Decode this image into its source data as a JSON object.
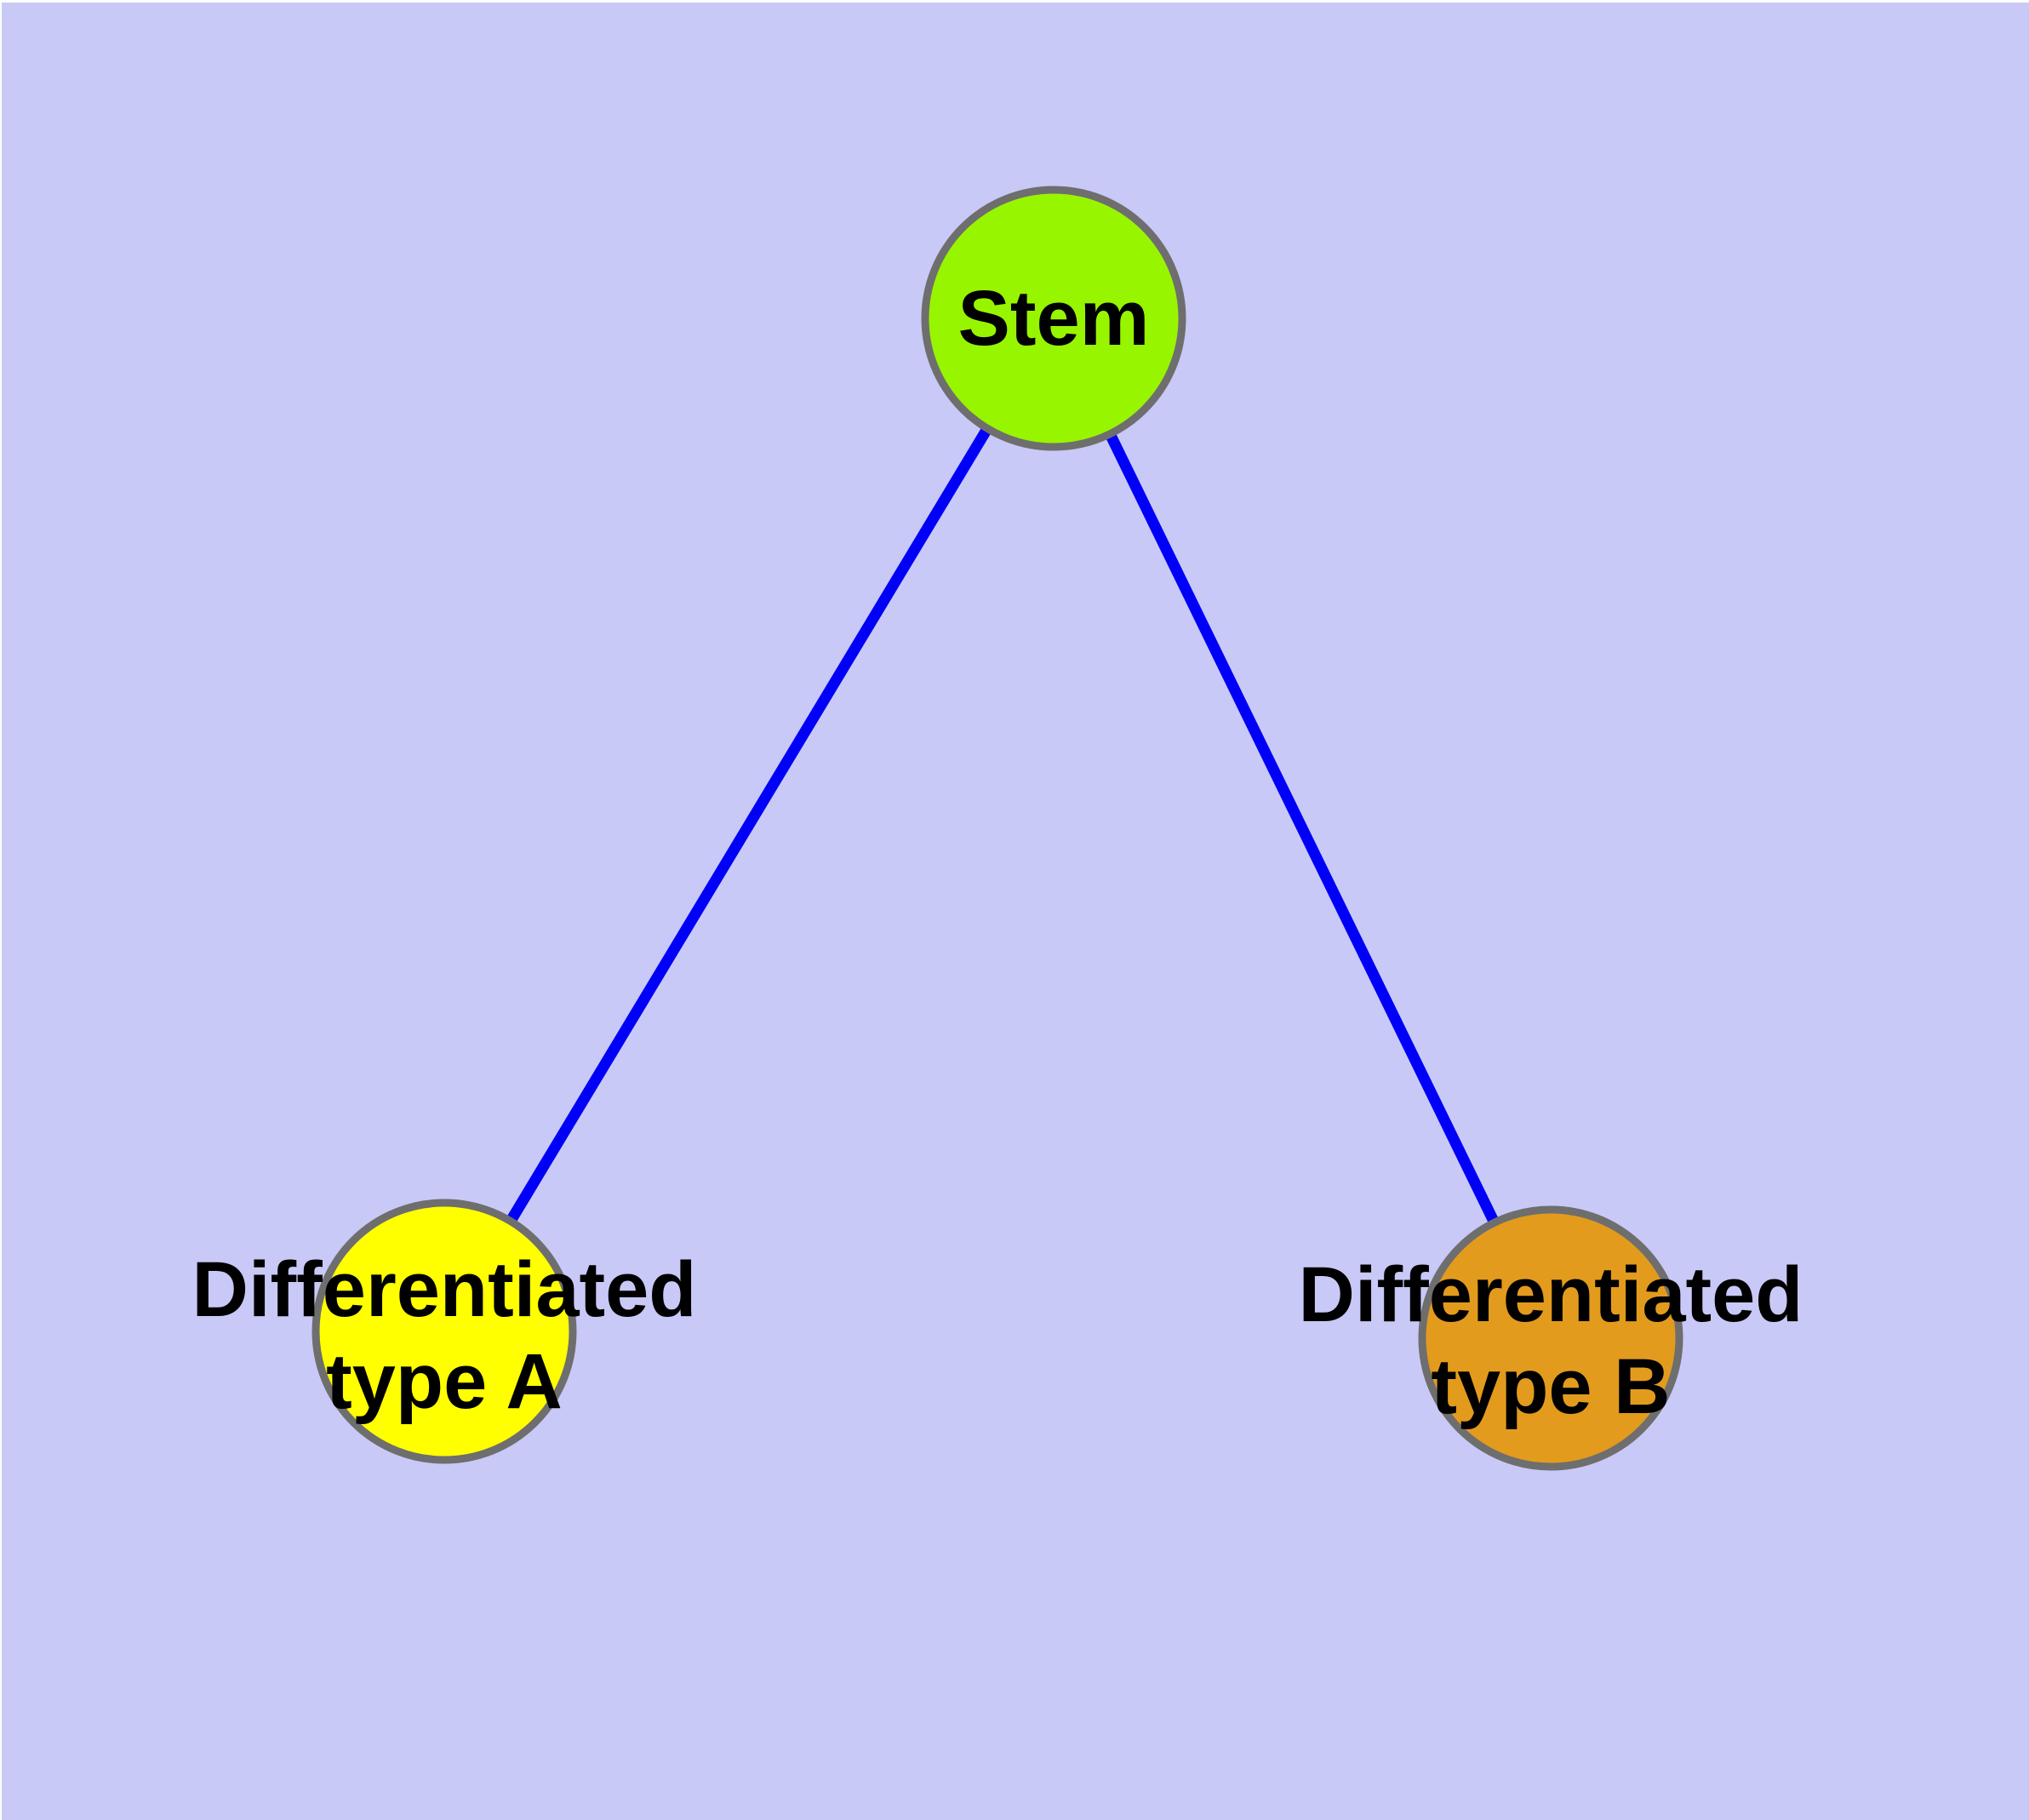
{
  "diagram": {
    "type": "graph",
    "background_color": "#C9C9F7",
    "node_border_color": "#6E6E6E",
    "edge_color": "#0000F8",
    "label_color": "#000000",
    "nodes": [
      {
        "id": "stem",
        "label": "Stem",
        "color": "#98F500"
      },
      {
        "id": "diff-a",
        "label": "Differentiated\ntype A",
        "color": "#FFFF00"
      },
      {
        "id": "diff-b",
        "label": "Differentiated\ntype B",
        "color": "#E39B1E"
      }
    ],
    "edges": [
      {
        "from": "stem",
        "to": "diff-a",
        "color": "#0000F8"
      },
      {
        "from": "stem",
        "to": "diff-b",
        "color": "#0000F8"
      }
    ]
  }
}
